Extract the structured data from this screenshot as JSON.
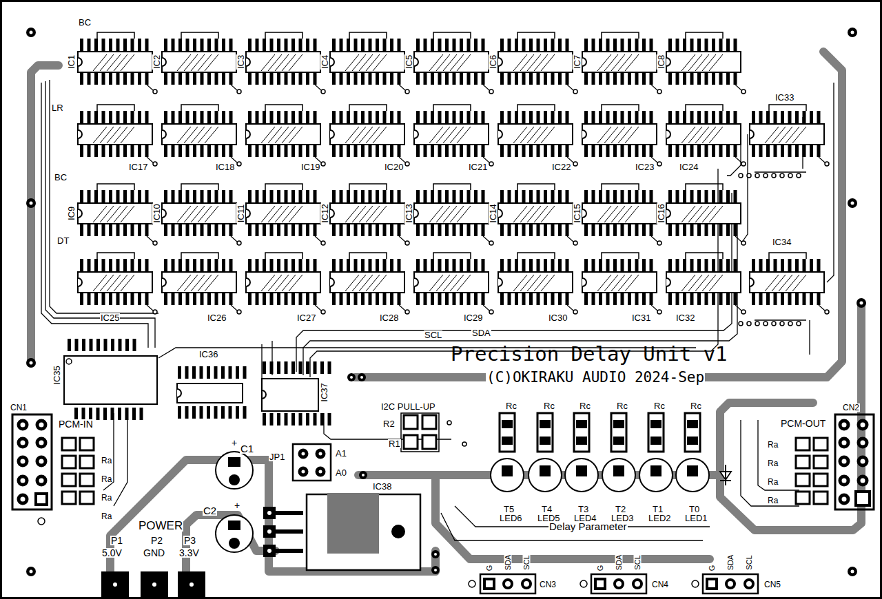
{
  "diagram": {
    "title": "Precision Delay Unit v1",
    "labels": [
      "BC",
      "IC1",
      "IC2",
      "IC3",
      "IC4",
      "IC5",
      "IC6",
      "IC7",
      "IC8",
      "LR",
      "IC17",
      "IC18",
      "IC19",
      "IC20",
      "IC21",
      "IC22",
      "IC23",
      "IC24",
      "IC33",
      "BC",
      "DT",
      "IC9",
      "IC10",
      "IC11",
      "IC12",
      "IC13",
      "IC14",
      "IC15",
      "IC16",
      "IC34",
      "IC25",
      "IC26",
      "IC27",
      "IC28",
      "IC29",
      "IC30",
      "IC31",
      "IC32",
      "SCL",
      "SDA",
      "IC36",
      "IC35",
      "IC37",
      "CN1",
      "PCM-IN",
      "Ra",
      "Ra",
      "Ra",
      "Ra",
      "+",
      "C1",
      "JP1",
      "A1",
      "A0",
      "+",
      "C2",
      "I2C PULL-UP",
      "R2",
      "R1",
      "Rc",
      "Rc",
      "Rc",
      "Rc",
      "Rc",
      "Rc",
      "IC38",
      "T5",
      "LED6",
      "T4",
      "LED5",
      "T3",
      "LED4",
      "T2",
      "LED3",
      "T1",
      "LED2",
      "T0",
      "LED1",
      "Delay Parameter",
      "POWER",
      "P1",
      "5.0V",
      "P2",
      "GND",
      "P3",
      "3.3V",
      "CN2",
      "PCM-OUT",
      "Ra",
      "Ra",
      "Ra",
      "Ra",
      "G",
      "SDA",
      "SCL",
      "CN3",
      "G",
      "SDA",
      "SCL",
      "CN4",
      "G",
      "SDA",
      "SCL",
      "CN5",
      "(C)OKIRAKU AUDIO 2024-Sep"
    ]
  }
}
